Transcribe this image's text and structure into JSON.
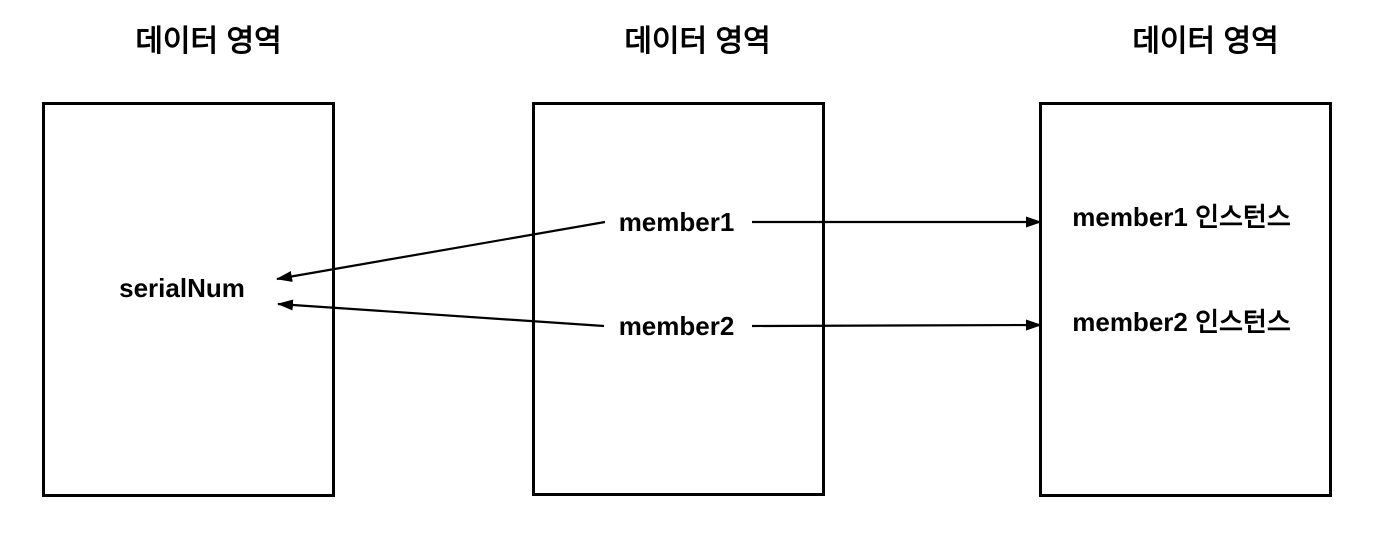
{
  "diagram": {
    "background_color": "#ffffff",
    "line_color": "#000000",
    "text_color": "#000000",
    "regions": [
      {
        "id": "data-area-left",
        "title": "데이터 영역",
        "labels": [
          "serialNum"
        ]
      },
      {
        "id": "data-area-middle",
        "title": "데이터 영역",
        "labels": [
          "member1",
          "member2"
        ]
      },
      {
        "id": "data-area-right",
        "title": "데이터 영역",
        "labels": [
          "member1 인스턴스",
          "member2 인스턴스"
        ]
      }
    ],
    "arrows": [
      {
        "from": "member1",
        "to": "serialNum",
        "direction": "left"
      },
      {
        "from": "member2",
        "to": "serialNum",
        "direction": "left"
      },
      {
        "from": "member1",
        "to": "member1 인스턴스",
        "direction": "right"
      },
      {
        "from": "member2",
        "to": "member2 인스턴스",
        "direction": "right"
      }
    ]
  }
}
